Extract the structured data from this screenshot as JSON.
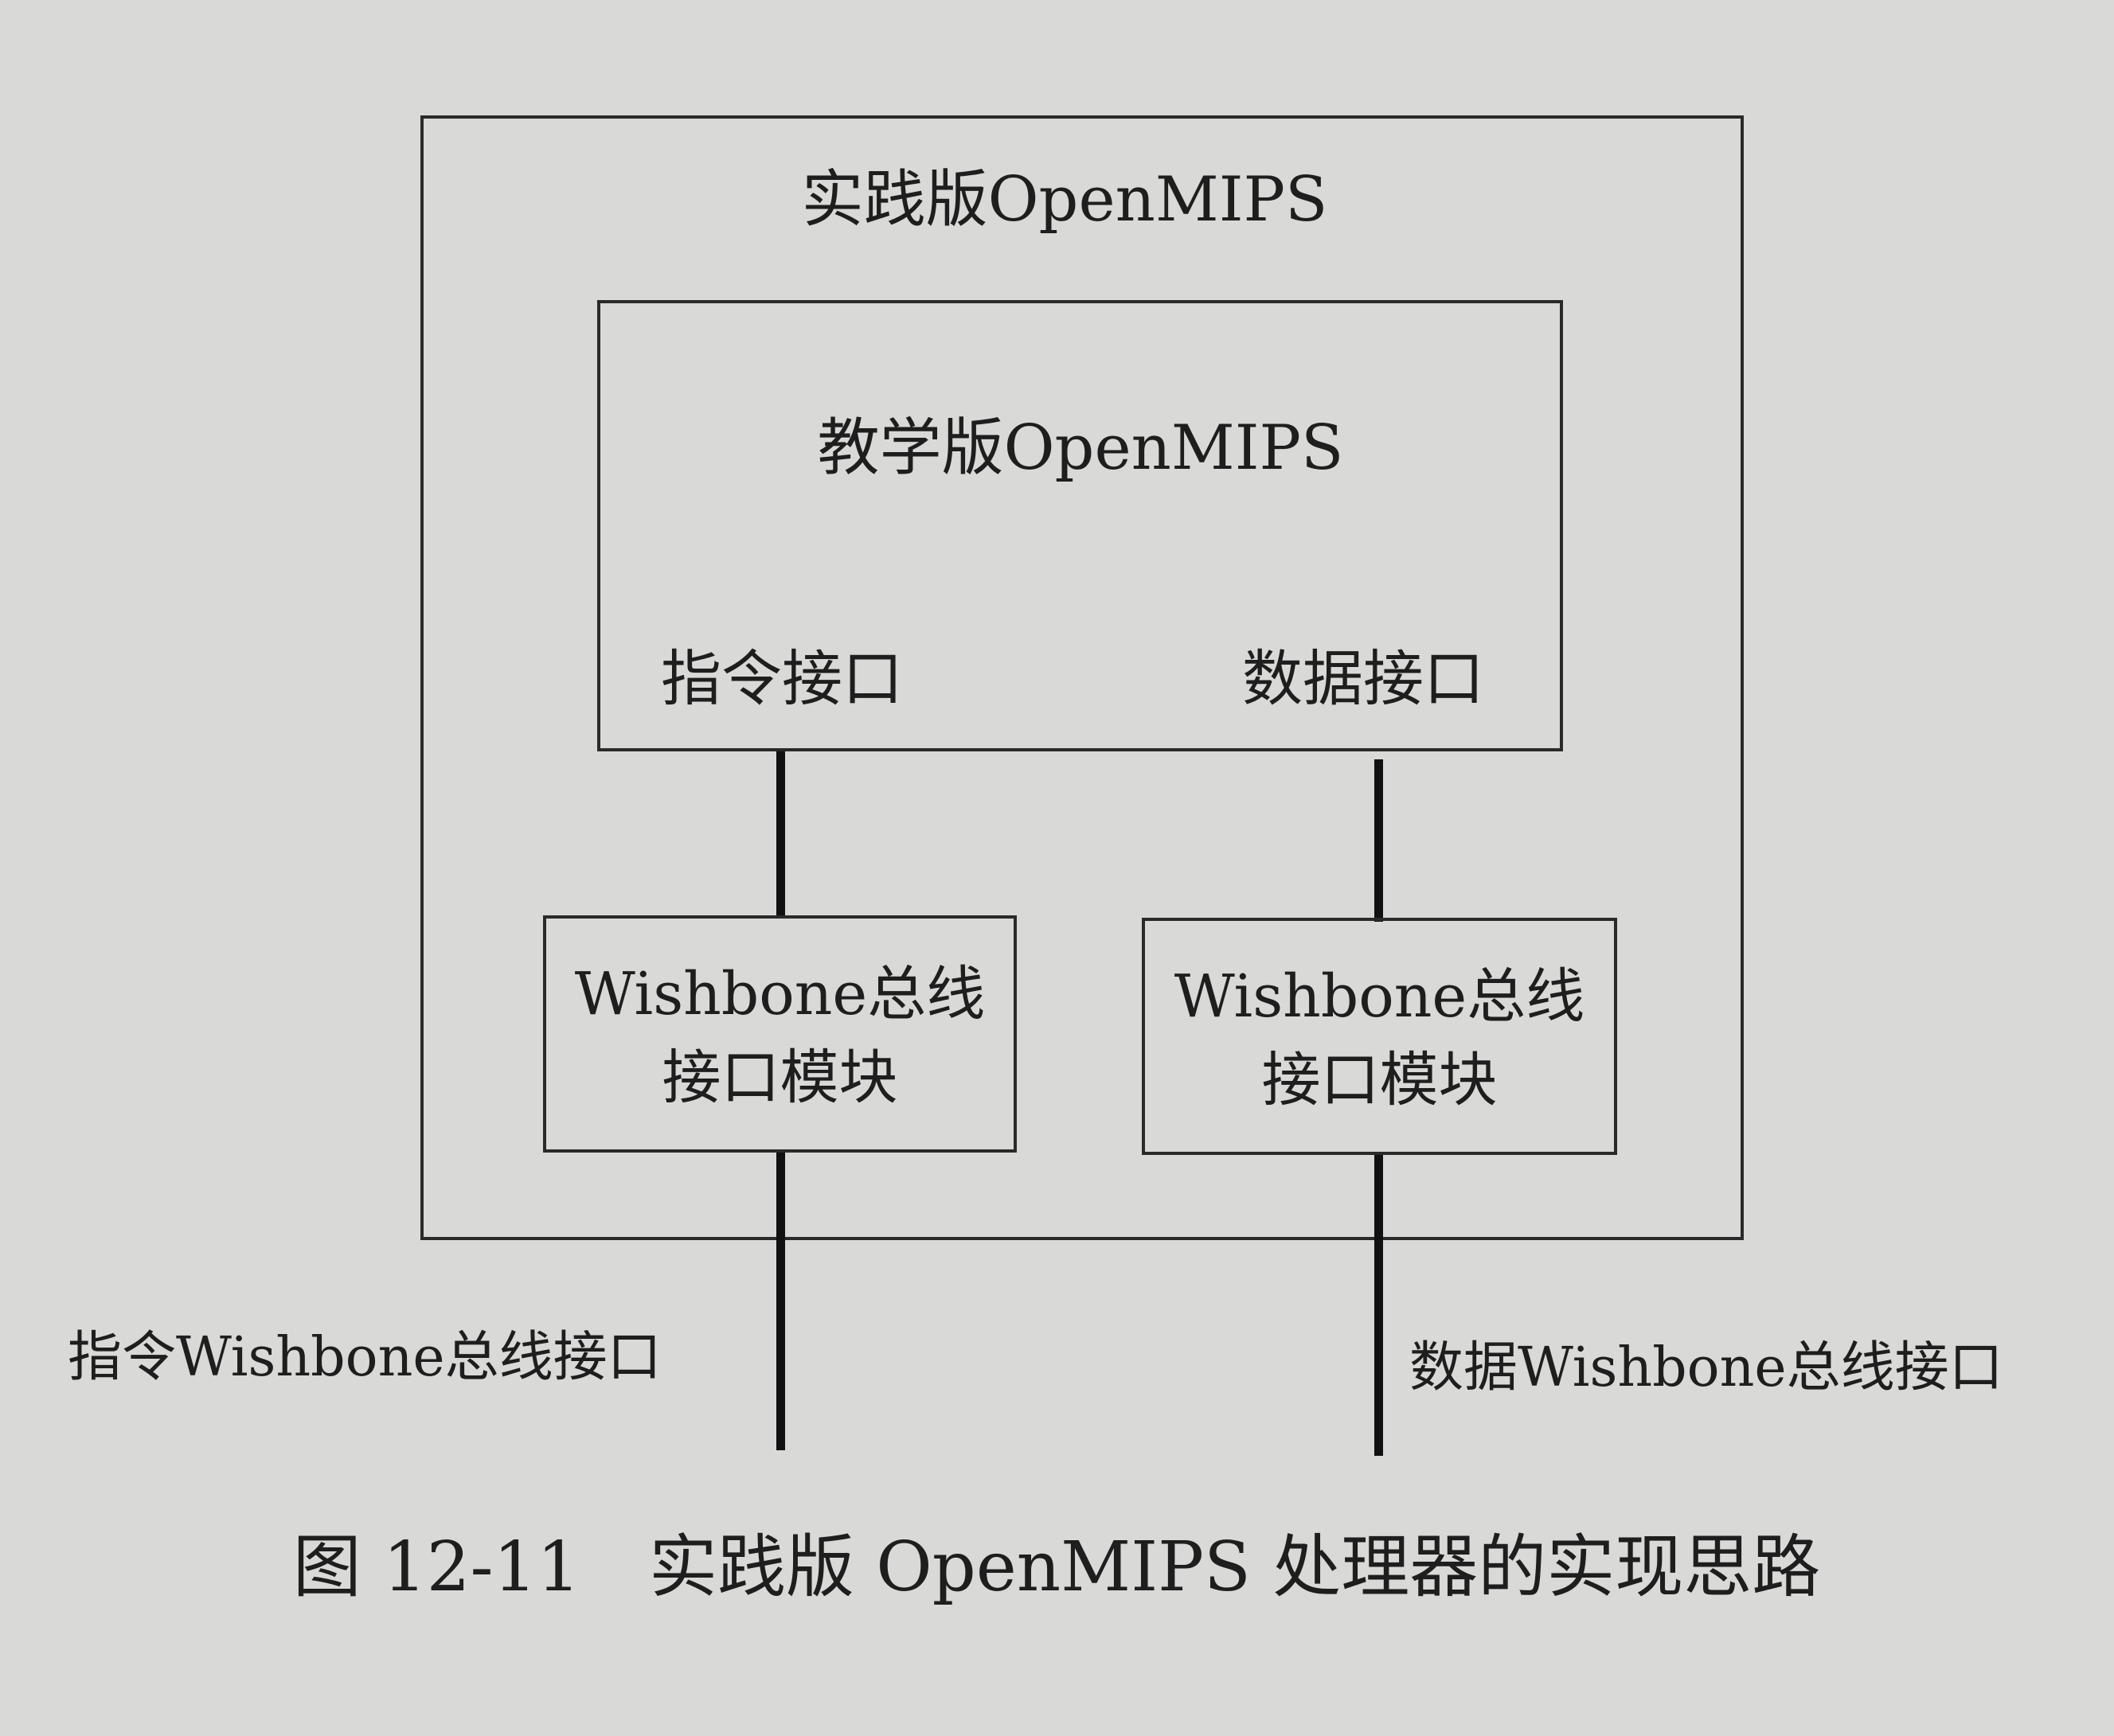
{
  "diagram": {
    "outer_box_label": "实践版OpenMIPS",
    "inner_box_label": "教学版OpenMIPS",
    "inner_left_port": "指令接口",
    "inner_right_port": "数据接口",
    "left_module": {
      "line1": "Wishbone总线",
      "line2": "接口模块"
    },
    "right_module": {
      "line1": "Wishbone总线",
      "line2": "接口模块"
    },
    "left_bus_label": "指令Wishbone总线接口",
    "right_bus_label": "数据Wishbone总线接口"
  },
  "caption": "图 12-11　实践版 OpenMIPS 处理器的实现思路"
}
